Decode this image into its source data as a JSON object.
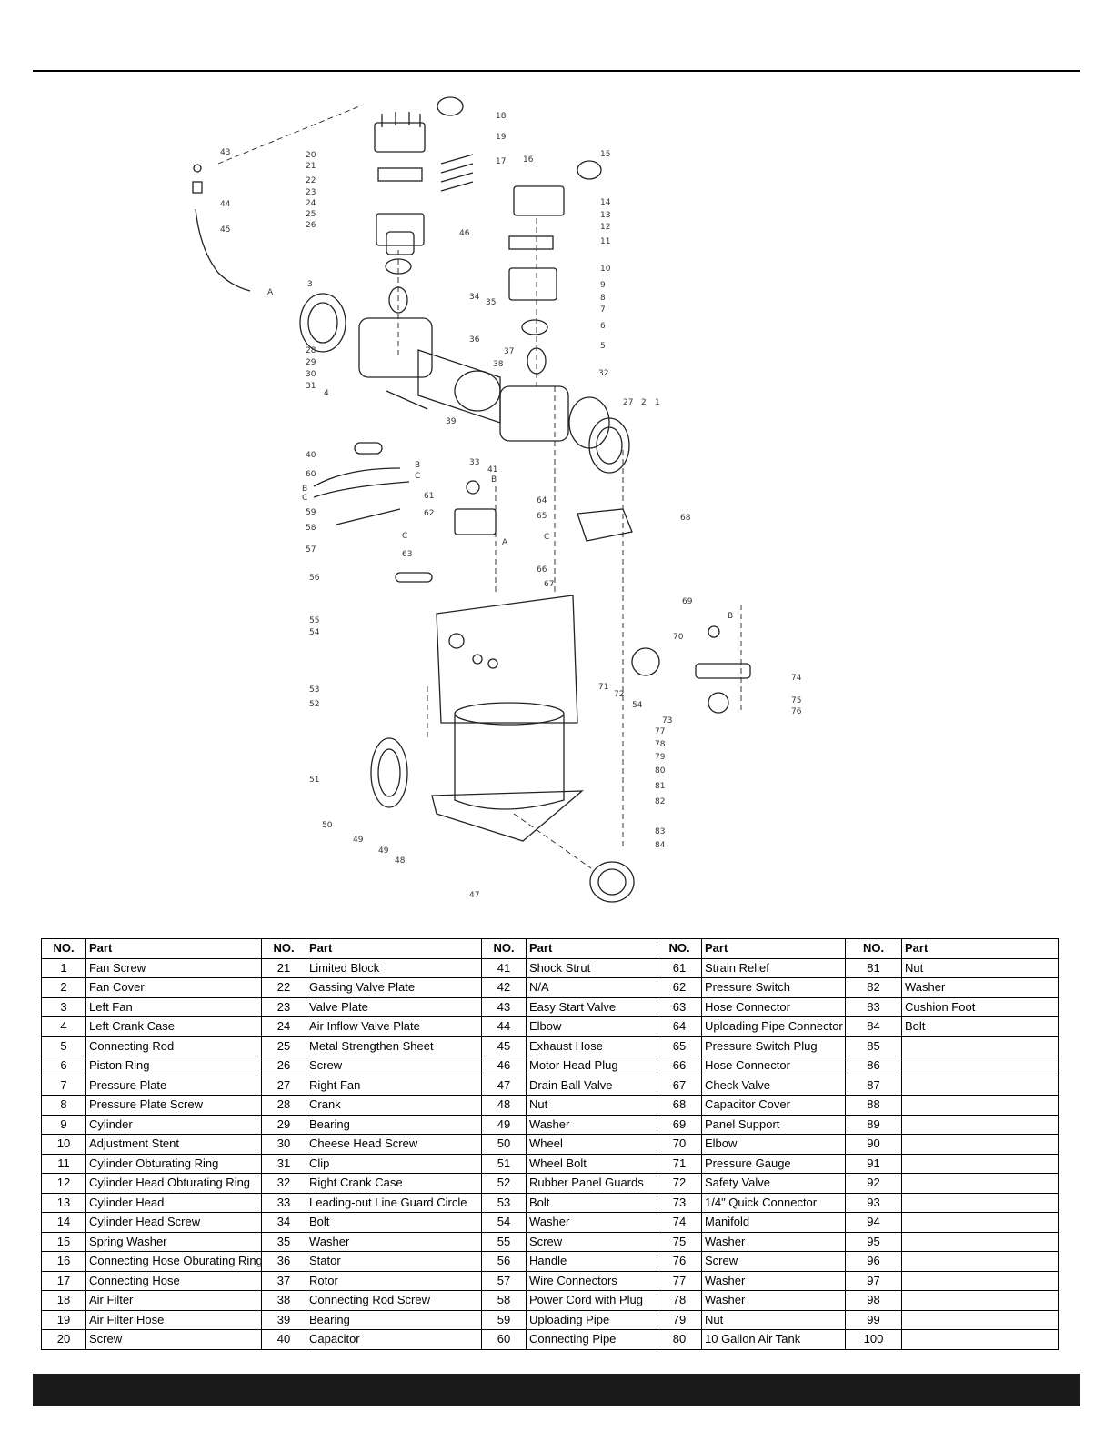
{
  "diagram": {
    "callouts": [
      "1",
      "2",
      "3",
      "4",
      "5",
      "6",
      "7",
      "8",
      "9",
      "10",
      "11",
      "12",
      "13",
      "14",
      "15",
      "16",
      "17",
      "18",
      "19",
      "20",
      "21",
      "22",
      "23",
      "24",
      "25",
      "26",
      "27",
      "28",
      "29",
      "30",
      "31",
      "32",
      "33",
      "34",
      "35",
      "36",
      "37",
      "38",
      "39",
      "40",
      "41",
      "43",
      "44",
      "45",
      "46",
      "47",
      "48",
      "49",
      "50",
      "51",
      "52",
      "53",
      "54",
      "55",
      "56",
      "57",
      "58",
      "59",
      "60",
      "61",
      "62",
      "63",
      "64",
      "65",
      "66",
      "68",
      "69",
      "70",
      "71",
      "72",
      "73",
      "74",
      "75",
      "76",
      "77",
      "78",
      "79",
      "80",
      "81",
      "82",
      "83",
      "84"
    ],
    "connector_letters": [
      "A",
      "B",
      "C"
    ]
  },
  "table": {
    "header_no": "NO.",
    "header_part": "Part",
    "rows": [
      [
        [
          "1",
          "Fan Screw"
        ],
        [
          "21",
          "Limited Block"
        ],
        [
          "41",
          "Shock Strut"
        ],
        [
          "61",
          "Strain Relief"
        ],
        [
          "81",
          "Nut"
        ]
      ],
      [
        [
          "2",
          "Fan Cover"
        ],
        [
          "22",
          "Gassing Valve Plate"
        ],
        [
          "42",
          "N/A"
        ],
        [
          "62",
          "Pressure Switch"
        ],
        [
          "82",
          "Washer"
        ]
      ],
      [
        [
          "3",
          "Left Fan"
        ],
        [
          "23",
          "Valve Plate"
        ],
        [
          "43",
          "Easy Start Valve"
        ],
        [
          "63",
          "Hose Connector"
        ],
        [
          "83",
          "Cushion Foot"
        ]
      ],
      [
        [
          "4",
          "Left Crank Case"
        ],
        [
          "24",
          "Air Inflow Valve Plate"
        ],
        [
          "44",
          "Elbow"
        ],
        [
          "64",
          "Uploading Pipe Connector"
        ],
        [
          "84",
          "Bolt"
        ]
      ],
      [
        [
          "5",
          "Connecting Rod"
        ],
        [
          "25",
          "Metal Strengthen Sheet"
        ],
        [
          "45",
          "Exhaust Hose"
        ],
        [
          "65",
          "Pressure Switch Plug"
        ],
        [
          "85",
          ""
        ]
      ],
      [
        [
          "6",
          "Piston Ring"
        ],
        [
          "26",
          "Screw"
        ],
        [
          "46",
          "Motor Head Plug"
        ],
        [
          "66",
          "Hose Connector"
        ],
        [
          "86",
          ""
        ]
      ],
      [
        [
          "7",
          "Pressure Plate"
        ],
        [
          "27",
          "Right Fan"
        ],
        [
          "47",
          "Drain Ball Valve"
        ],
        [
          "67",
          "Check Valve"
        ],
        [
          "87",
          ""
        ]
      ],
      [
        [
          "8",
          "Pressure Plate Screw"
        ],
        [
          "28",
          "Crank"
        ],
        [
          "48",
          "Nut"
        ],
        [
          "68",
          "Capacitor Cover"
        ],
        [
          "88",
          ""
        ]
      ],
      [
        [
          "9",
          "Cylinder"
        ],
        [
          "29",
          "Bearing"
        ],
        [
          "49",
          "Washer"
        ],
        [
          "69",
          "Panel Support"
        ],
        [
          "89",
          ""
        ]
      ],
      [
        [
          "10",
          "Adjustment Stent"
        ],
        [
          "30",
          "Cheese Head Screw"
        ],
        [
          "50",
          "Wheel"
        ],
        [
          "70",
          "Elbow"
        ],
        [
          "90",
          ""
        ]
      ],
      [
        [
          "11",
          "Cylinder Obturating Ring"
        ],
        [
          "31",
          "Clip"
        ],
        [
          "51",
          "Wheel Bolt"
        ],
        [
          "71",
          "Pressure Gauge"
        ],
        [
          "91",
          ""
        ]
      ],
      [
        [
          "12",
          "Cylinder Head Obturating Ring"
        ],
        [
          "32",
          "Right Crank Case"
        ],
        [
          "52",
          "Rubber Panel Guards"
        ],
        [
          "72",
          "Safety Valve"
        ],
        [
          "92",
          ""
        ]
      ],
      [
        [
          "13",
          "Cylinder Head"
        ],
        [
          "33",
          "Leading-out Line Guard Circle"
        ],
        [
          "53",
          "Bolt"
        ],
        [
          "73",
          "1/4\" Quick Connector"
        ],
        [
          "93",
          ""
        ]
      ],
      [
        [
          "14",
          "Cylinder Head Screw"
        ],
        [
          "34",
          "Bolt"
        ],
        [
          "54",
          "Washer"
        ],
        [
          "74",
          "Manifold"
        ],
        [
          "94",
          ""
        ]
      ],
      [
        [
          "15",
          "Spring Washer"
        ],
        [
          "35",
          "Washer"
        ],
        [
          "55",
          "Screw"
        ],
        [
          "75",
          "Washer"
        ],
        [
          "95",
          ""
        ]
      ],
      [
        [
          "16",
          "Connecting Hose Oburating Ring"
        ],
        [
          "36",
          "Stator"
        ],
        [
          "56",
          "Handle"
        ],
        [
          "76",
          "Screw"
        ],
        [
          "96",
          ""
        ]
      ],
      [
        [
          "17",
          "Connecting Hose"
        ],
        [
          "37",
          "Rotor"
        ],
        [
          "57",
          "Wire Connectors"
        ],
        [
          "77",
          "Washer"
        ],
        [
          "97",
          ""
        ]
      ],
      [
        [
          "18",
          "Air Filter"
        ],
        [
          "38",
          "Connecting Rod Screw"
        ],
        [
          "58",
          "Power Cord with Plug"
        ],
        [
          "78",
          "Washer"
        ],
        [
          "98",
          ""
        ]
      ],
      [
        [
          "19",
          "Air Filter Hose"
        ],
        [
          "39",
          "Bearing"
        ],
        [
          "59",
          "Uploading Pipe"
        ],
        [
          "79",
          "Nut"
        ],
        [
          "99",
          ""
        ]
      ],
      [
        [
          "20",
          "Screw"
        ],
        [
          "40",
          "Capacitor"
        ],
        [
          "60",
          "Connecting Pipe"
        ],
        [
          "80",
          "10 Gallon Air Tank"
        ],
        [
          "100",
          ""
        ]
      ]
    ]
  }
}
